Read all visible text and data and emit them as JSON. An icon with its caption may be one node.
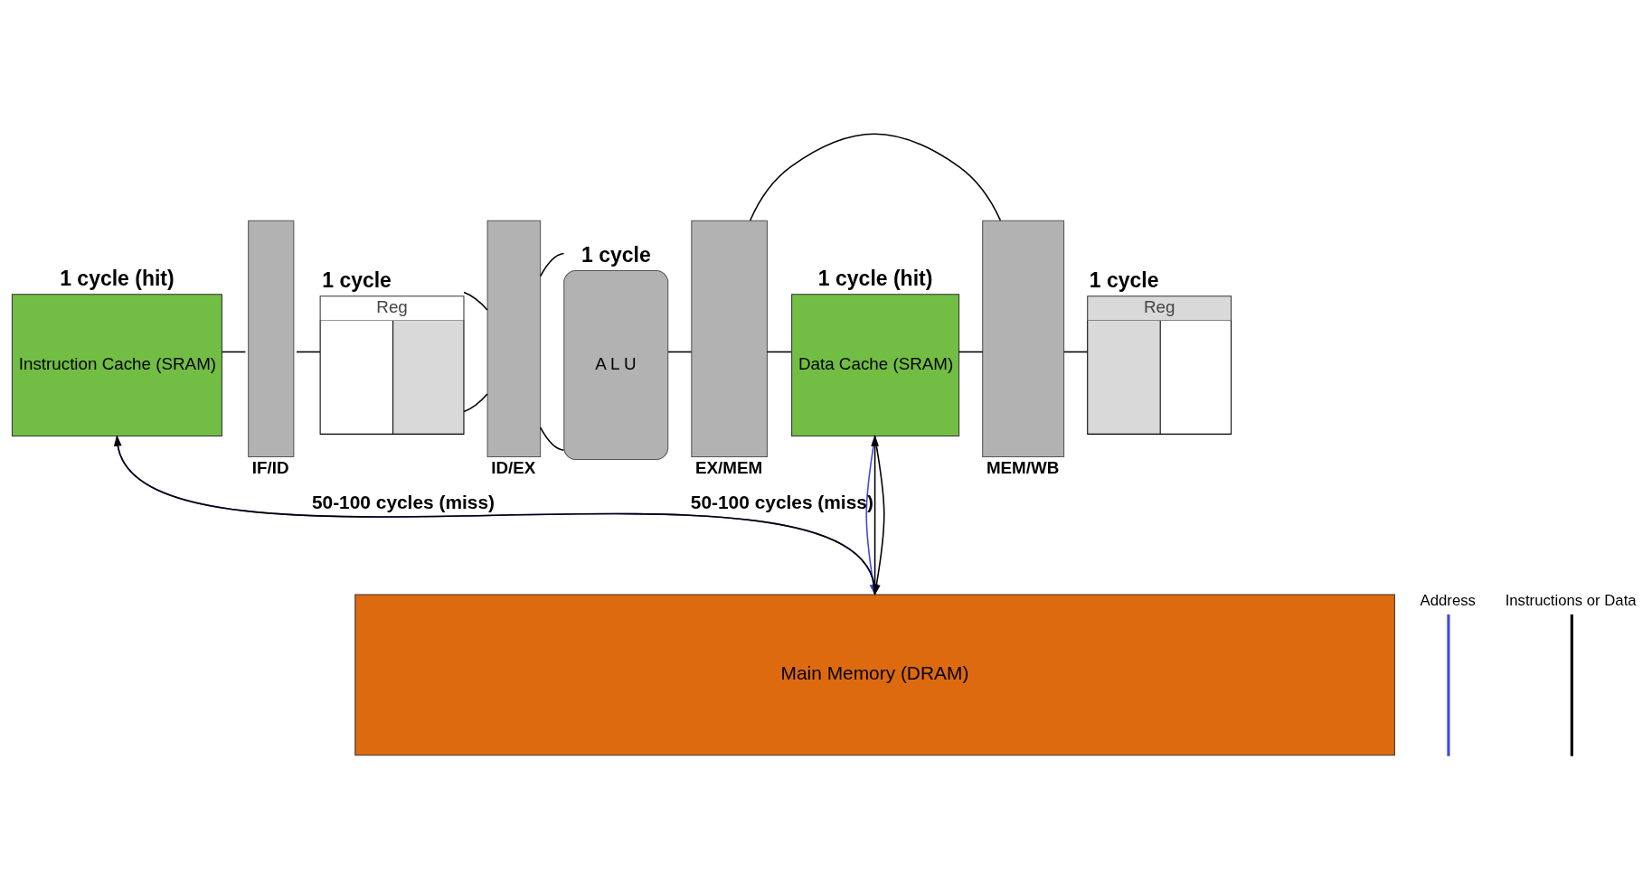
{
  "diagram": {
    "nodes": [
      {
        "text": [
          "Instruction Cache (SRAM)"
        ],
        "beside": [
          "1 cycle (hit)"
        ]
      },
      {
        "text": [
          "IF/ID"
        ]
      },
      {
        "text": [
          "Reg"
        ],
        "beside": [
          "1 cycle"
        ]
      },
      {
        "text": [
          "ID/EX"
        ]
      },
      {
        "text": [
          "A L U"
        ],
        "beside": [
          "1 cycle"
        ]
      },
      {
        "text": [
          "EX/MEM"
        ]
      },
      {
        "text": [
          "Data Cache (SRAM)"
        ],
        "beside": [
          "1 cycle (hit)"
        ]
      },
      {
        "text": [
          "MEM/WB"
        ]
      },
      {
        "text": [
          "Reg"
        ],
        "beside": [
          "1 cycle"
        ]
      },
      {
        "text": [
          "Main Memory (DRAM)"
        ]
      }
    ],
    "edges": [
      {
        "from": 0,
        "to": 1,
        "arrow": "none"
      },
      {
        "from": 1,
        "to": 2,
        "arrow": "none"
      },
      {
        "from": 2,
        "to": 3,
        "arrow": "none"
      },
      {
        "from": 2,
        "to": 3,
        "arrow": "none"
      },
      {
        "from": 3,
        "to": 4,
        "arrow": "none"
      },
      {
        "from": 3,
        "to": 4,
        "arrow": "none"
      },
      {
        "from": 4,
        "to": 5,
        "arrow": "none"
      },
      {
        "from": 5,
        "to": 6,
        "arrow": "none"
      },
      {
        "from": 5,
        "to": 7,
        "arrow": "none"
      },
      {
        "from": 6,
        "to": 7,
        "arrow": "none"
      },
      {
        "from": 7,
        "to": 8,
        "arrow": "none"
      },
      {
        "from": 0,
        "to": 9,
        "arrow": "to",
        "color": "#3f48e0"
      },
      {
        "from": 9,
        "to": 0,
        "arrow": "to",
        "label": "50-100 cycles (miss)"
      },
      {
        "from": 6,
        "to": 9,
        "arrow": "to",
        "color": "#3f48e0"
      },
      {
        "from": 6,
        "to": 9,
        "arrow": "to"
      },
      {
        "from": 9,
        "to": 6,
        "arrow": "to",
        "label": "50-100 cycles (miss)"
      }
    ],
    "legend": [
      {
        "text": "Address"
      },
      {
        "text": "Instructions or Data"
      }
    ]
  }
}
